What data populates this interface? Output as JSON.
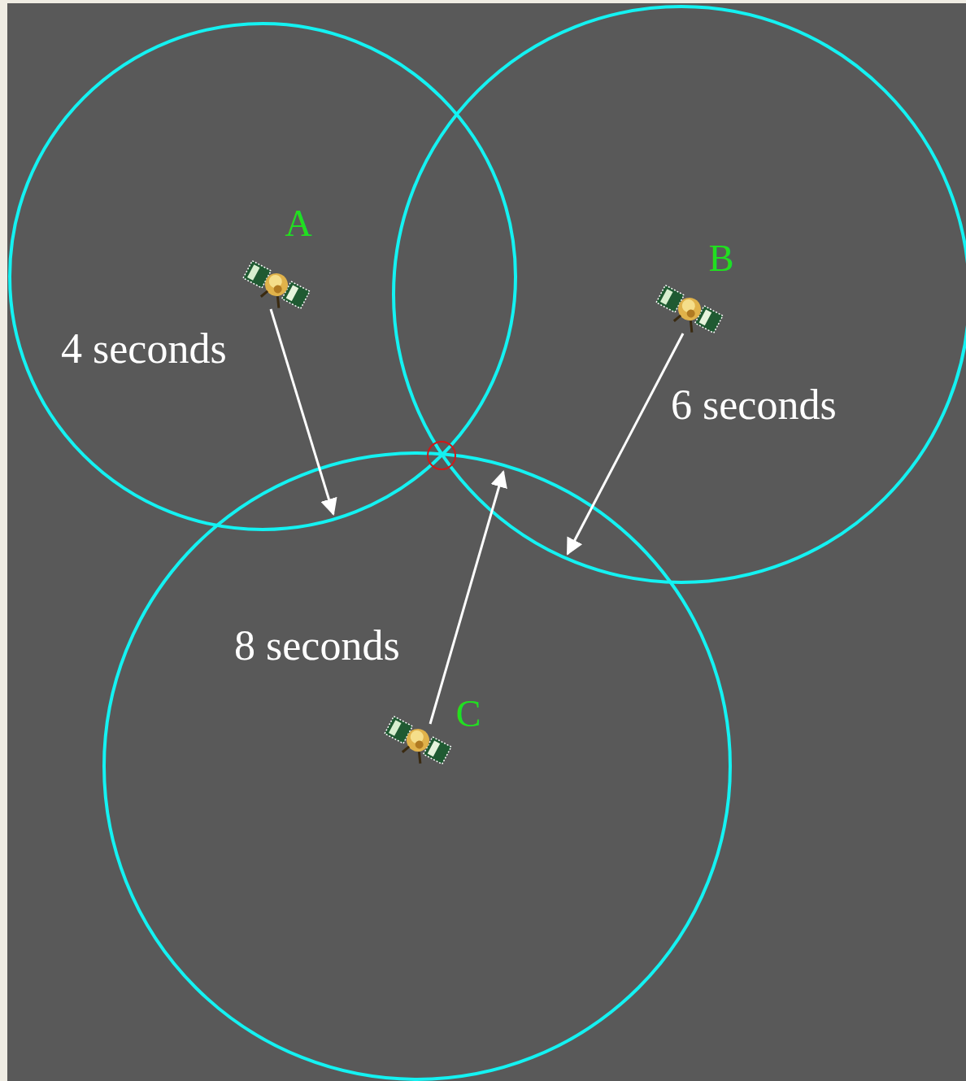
{
  "diagram": {
    "labels": [
      "A",
      "4 seconds",
      "B",
      "6 seconds",
      "8 seconds",
      "C"
    ]
  }
}
